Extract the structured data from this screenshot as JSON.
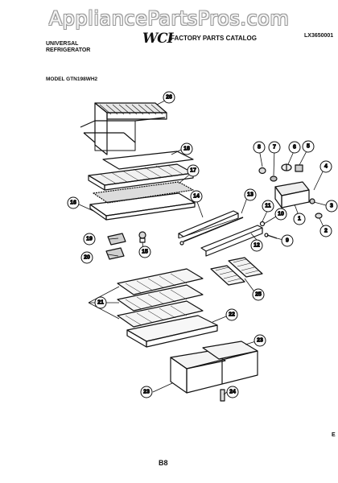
{
  "watermark": "AppliancePartsPros.com",
  "header": {
    "brand_line1": "UNIVERSAL",
    "brand_line2": "REFRIGERATOR",
    "logo": "WCI",
    "catalog_title": "FACTORY PARTS CATALOG",
    "catalog_code": "LX3650001"
  },
  "model": "MODEL GTN198WH2",
  "callouts": [
    "1",
    "2",
    "3",
    "4",
    "5",
    "6",
    "7",
    "8",
    "9",
    "10",
    "11",
    "12",
    "13",
    "14",
    "15",
    "16",
    "17",
    "18",
    "19",
    "20",
    "21",
    "22",
    "23",
    "24",
    "25",
    "26"
  ],
  "footer": {
    "page_label": "B8",
    "corner_mark": "E"
  }
}
